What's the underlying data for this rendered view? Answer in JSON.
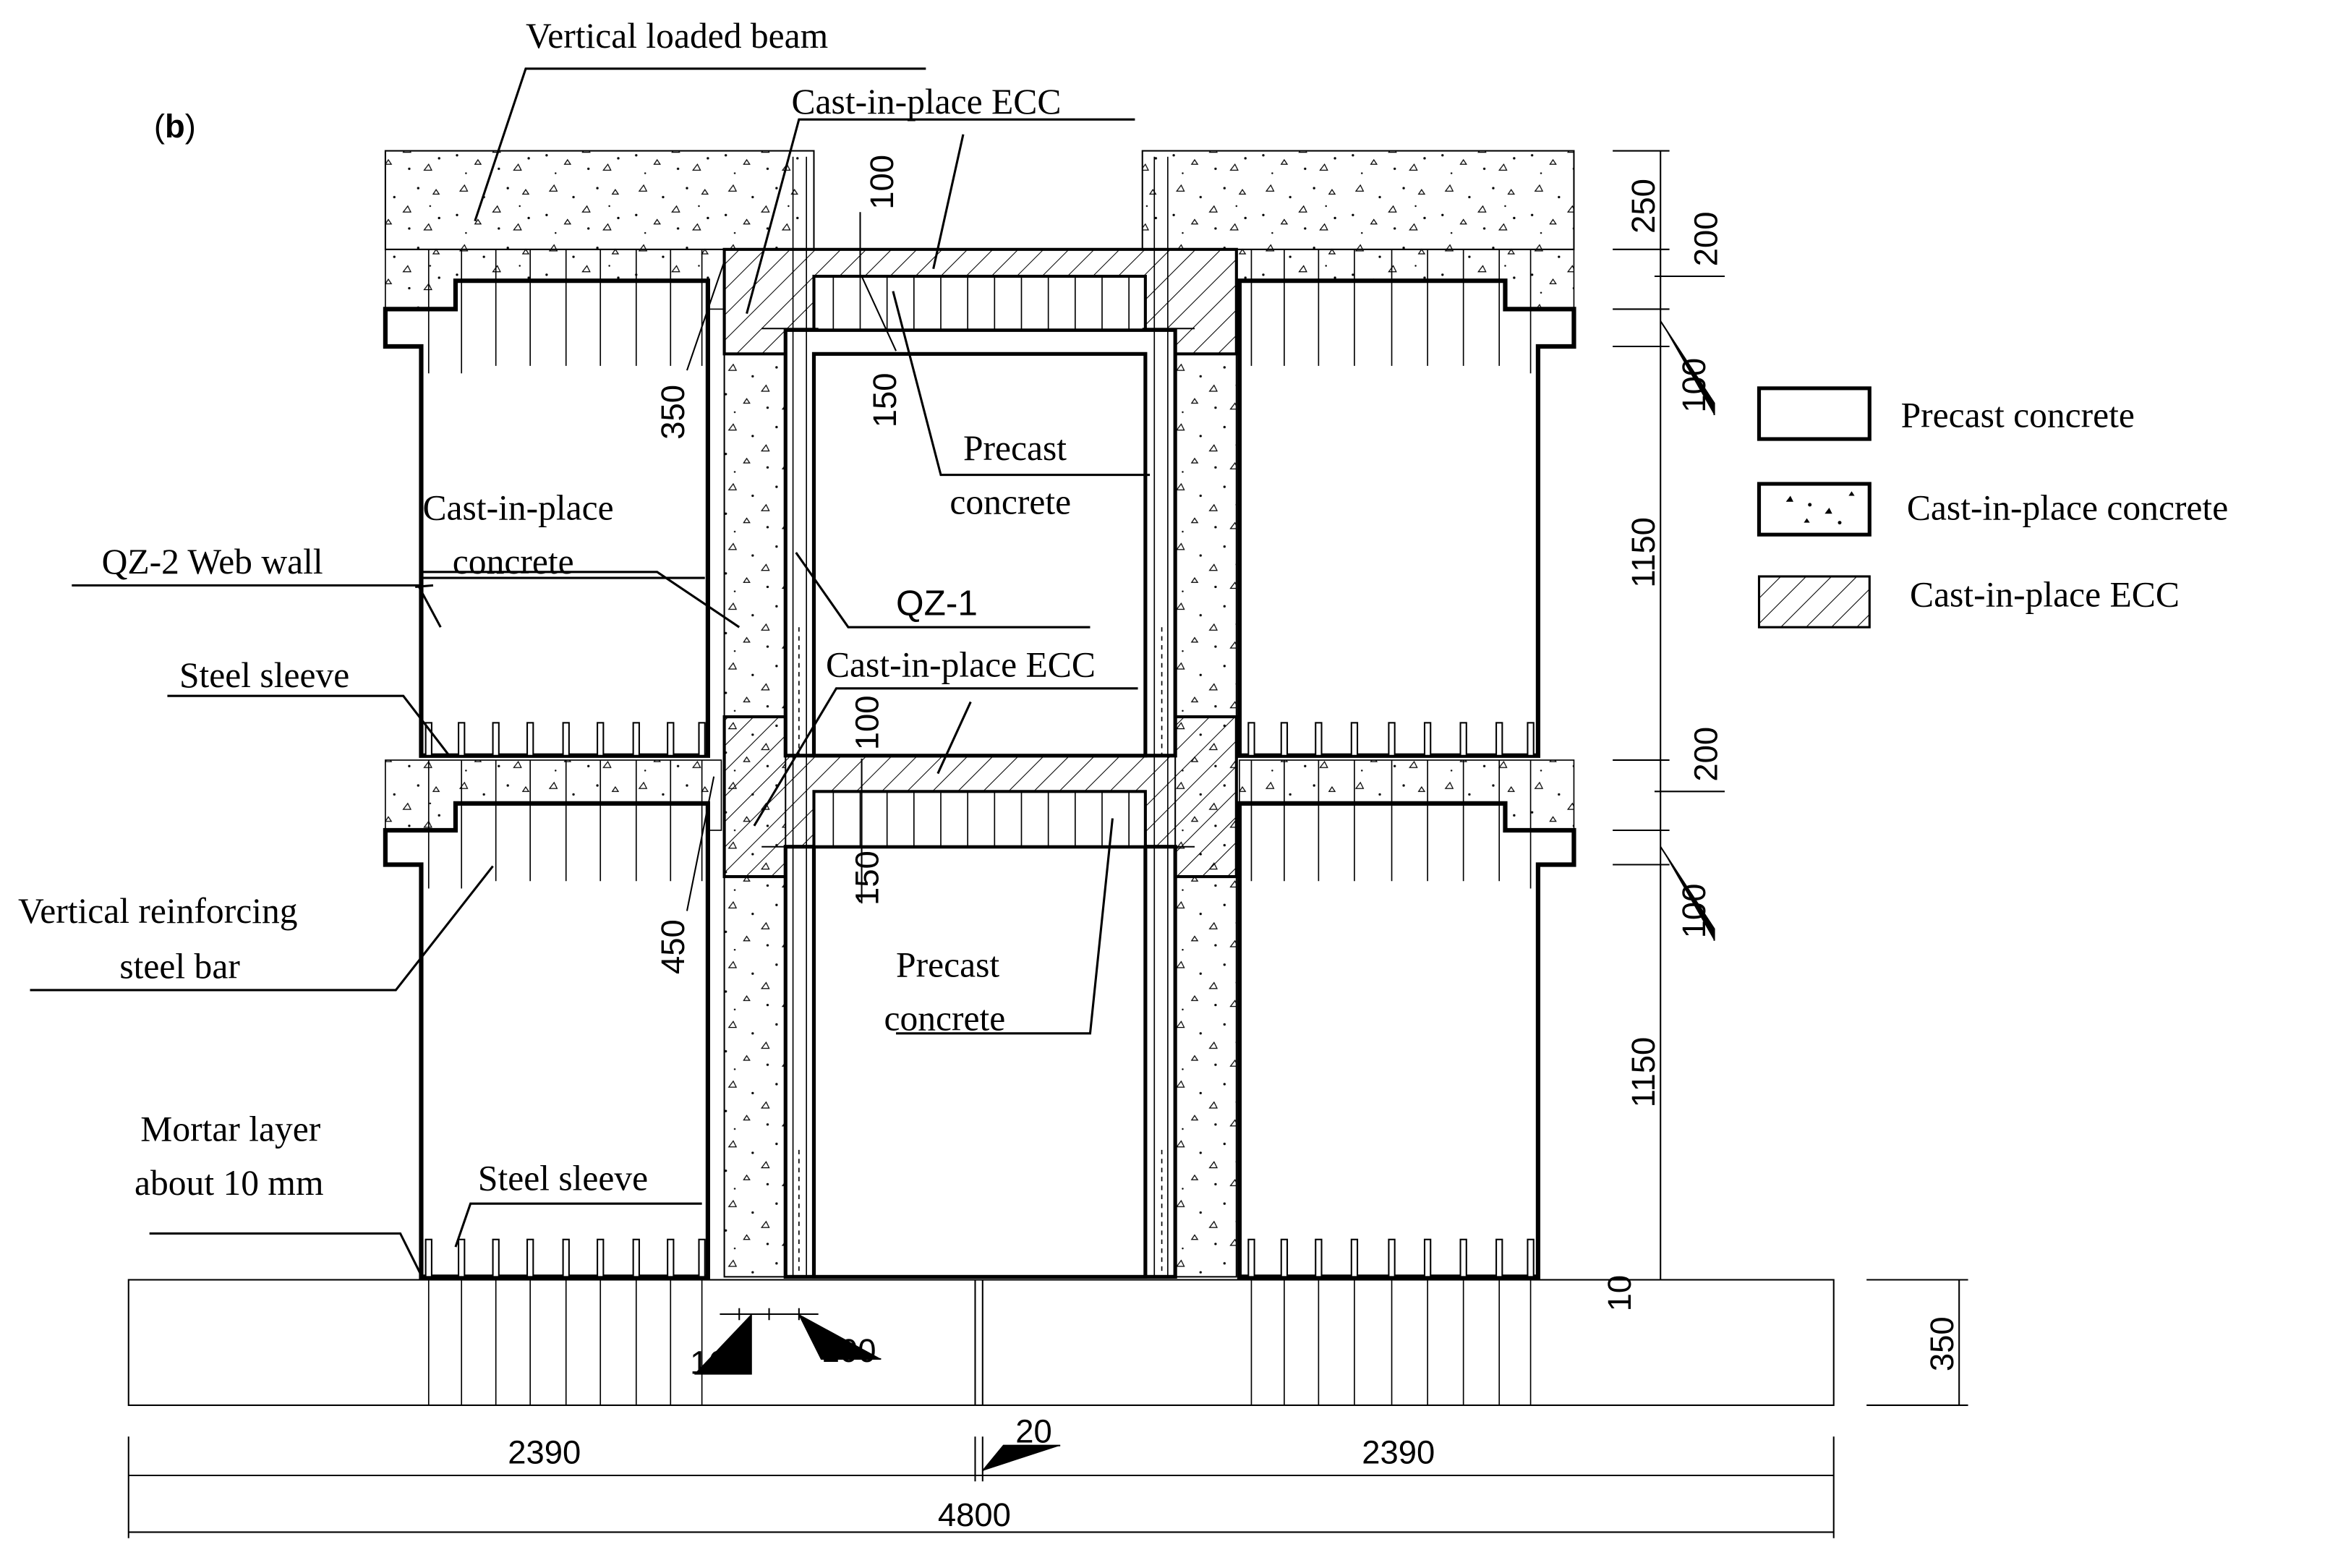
{
  "panel_label": {
    "open": "(",
    "letter": "b",
    "close": ")"
  },
  "labels": {
    "vertical_loaded_beam": "Vertical loaded beam",
    "cast_in_place_ecc_top": "Cast-in-place ECC",
    "cast_in_place_ecc_mid": "Cast-in-place ECC",
    "precast_concrete_top_line1": "Precast",
    "precast_concrete_top_line2": "concrete",
    "precast_concrete_bottom_line1": "Precast",
    "precast_concrete_bottom_line2": "concrete",
    "cast_in_place_concrete_line1": "Cast-in-place",
    "cast_in_place_concrete_line2": "concrete",
    "qz2_web_wall": "QZ-2 Web wall",
    "qz1": "QZ-1",
    "steel_sleeve_upper": "Steel sleeve",
    "steel_sleeve_lower": "Steel sleeve",
    "vertical_bar_line1": "Vertical reinforcing",
    "vertical_bar_line2": "steel bar",
    "mortar_line1": "Mortar layer",
    "mortar_line2": "about 10 mm"
  },
  "dimensions": {
    "d_250": "250",
    "d_200_top": "200",
    "d_100_top_right": "100",
    "d_1150_upper": "1150",
    "d_200_mid": "200",
    "d_100_mid_right": "100",
    "d_1150_lower": "1150",
    "d_10": "10",
    "d_350_base": "350",
    "d_100_top_inner": "100",
    "d_150_top_inner": "150",
    "d_350_diag": "350",
    "d_100_mid_inner": "100",
    "d_150_mid_inner": "150",
    "d_450_diag": "450",
    "d_160": "160",
    "d_100_bottom": "100",
    "d_2390_left": "2390",
    "d_20": "20",
    "d_2390_right": "2390",
    "d_4800": "4800"
  },
  "legend": [
    {
      "label": "Precast concrete"
    },
    {
      "label": "Cast-in-place concrete"
    },
    {
      "label": "Cast-in-place ECC"
    }
  ]
}
